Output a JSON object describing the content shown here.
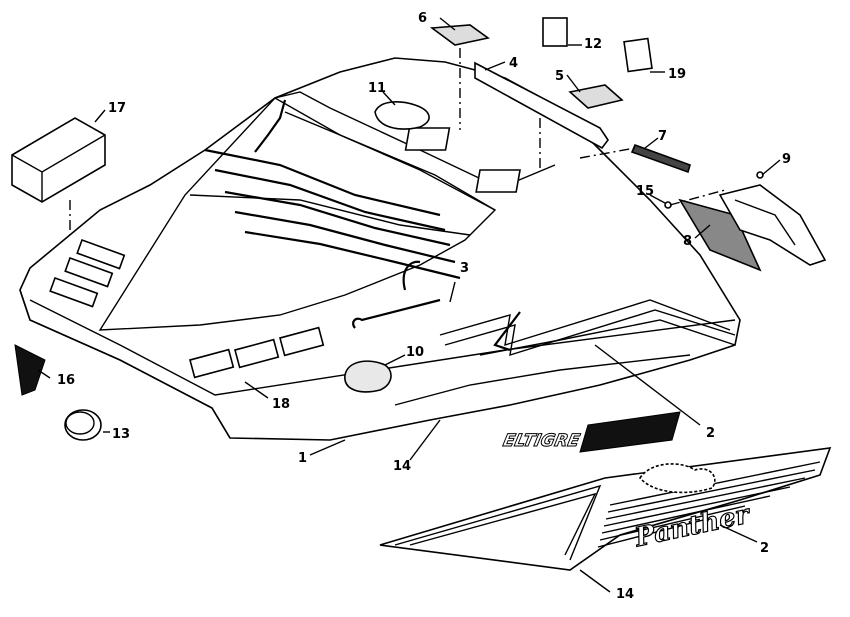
{
  "callouts": {
    "c1": "1",
    "c2a": "2",
    "c2b": "2",
    "c3": "3",
    "c4": "4",
    "c5": "5",
    "c6": "6",
    "c7": "7",
    "c8": "8",
    "c9": "9",
    "c10": "10",
    "c11": "11",
    "c12": "12",
    "c13": "13",
    "c14a": "14",
    "c14b": "14",
    "c15": "15",
    "c16": "16",
    "c17": "17",
    "c18": "18",
    "c19": "19"
  },
  "decals": {
    "brand_logo": "ELTIGRE",
    "script_logo": "Panther"
  }
}
